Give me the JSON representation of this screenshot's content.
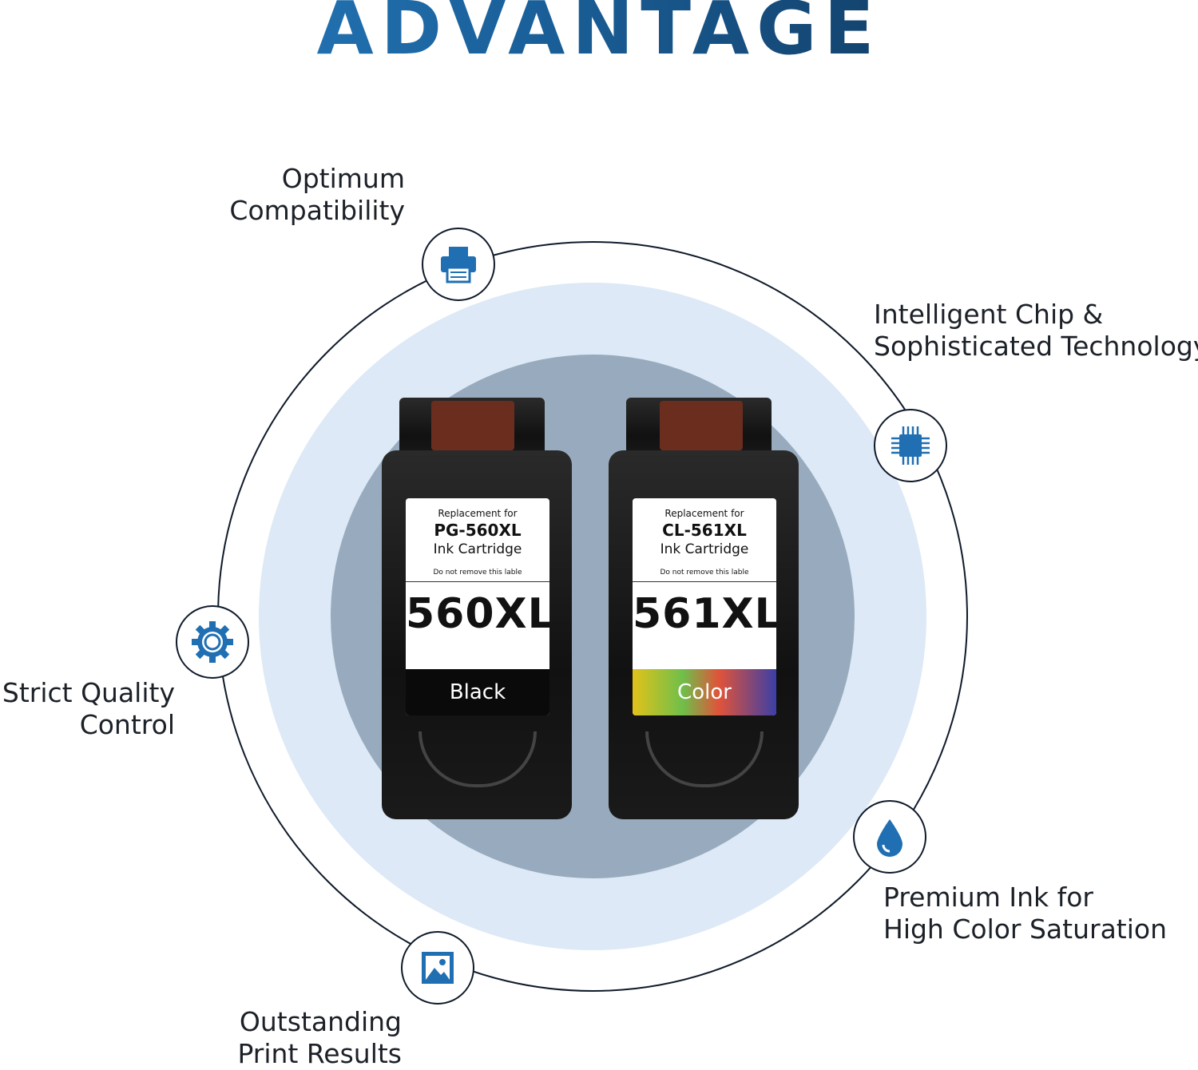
{
  "title": "ADVANTAGE",
  "features": {
    "compatibility": {
      "line1": "Optimum",
      "line2": "Compatibility",
      "icon": "printer-icon"
    },
    "chip": {
      "line1": "Intelligent Chip &",
      "line2": "Sophisticated Technology",
      "icon": "chip-icon"
    },
    "quality": {
      "line1": "Strict Quality",
      "line2": "Control",
      "icon": "gear-icon"
    },
    "ink": {
      "line1": "Premium Ink for",
      "line2": "High Color Saturation",
      "icon": "ink-drop-icon"
    },
    "print": {
      "line1": "Outstanding",
      "line2": "Print Results",
      "icon": "image-icon"
    }
  },
  "cartridges": {
    "black": {
      "replacement": "Replacement for",
      "model": "PG-560XL",
      "type": "Ink Cartridge",
      "warning": "Do not remove this lable",
      "big": "560XL",
      "band": "Black"
    },
    "color": {
      "replacement": "Replacement for",
      "model": "CL-561XL",
      "type": "Ink Cartridge",
      "warning": "Do not remove this lable",
      "big": "561XL",
      "band": "Color"
    }
  },
  "colors": {
    "accent": "#1f6fb2",
    "ring": "#0f1a2a",
    "light_circle": "#dde9f6",
    "dark_circle": "#98abbe"
  }
}
